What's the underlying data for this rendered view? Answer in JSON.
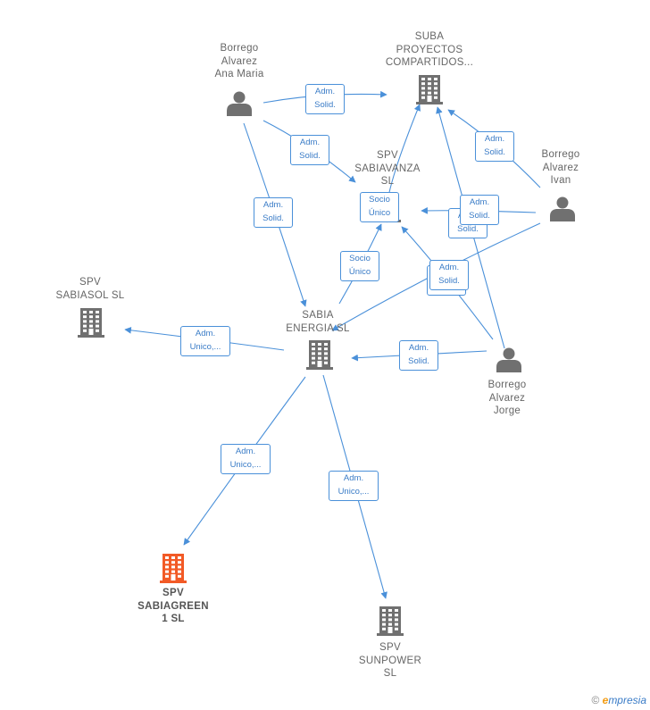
{
  "colors": {
    "edge": "#4a90d9",
    "node_icon": "#707070",
    "highlight_icon": "#f25a26",
    "label_text": "#666666"
  },
  "nodes": [
    {
      "id": "ana",
      "kind": "person",
      "label": "Borrego\nAlvarez\nAna Maria",
      "icon": "person-icon"
    },
    {
      "id": "suba",
      "kind": "company",
      "label": "SUBA\nPROYECTOS\nCOMPARTIDOS...",
      "icon": "building-icon"
    },
    {
      "id": "sabiavanza",
      "kind": "company",
      "label": "SPV\nSABIAVANZA\nSL",
      "icon": "building-icon"
    },
    {
      "id": "ivan",
      "kind": "person",
      "label": "Borrego\nAlvarez\nIvan",
      "icon": "person-icon"
    },
    {
      "id": "sabiasol",
      "kind": "company",
      "label": "SPV\nSABIASOL  SL",
      "icon": "building-icon"
    },
    {
      "id": "sabia",
      "kind": "company",
      "label": "SABIA\nENERGIA  SL",
      "icon": "building-icon"
    },
    {
      "id": "jorge",
      "kind": "person",
      "label": "Borrego\nAlvarez\nJorge",
      "icon": "person-icon"
    },
    {
      "id": "sabiagreen",
      "kind": "company",
      "label": "SPV\nSABIAGREEN\n1  SL",
      "icon": "building-icon",
      "highlight": true
    },
    {
      "id": "sunpower",
      "kind": "company",
      "label": "SPV\nSUNPOWER\nSL",
      "icon": "building-icon"
    }
  ],
  "edges": [
    {
      "from": "ana",
      "to": "suba",
      "label": "Adm.\nSolid."
    },
    {
      "from": "ana",
      "to": "sabiavanza",
      "label": "Adm.\nSolid."
    },
    {
      "from": "ana",
      "to": "sabia",
      "label": "Adm.\nSolid."
    },
    {
      "from": "ivan",
      "to": "suba",
      "label": "Adm.\nSolid."
    },
    {
      "from": "ivan",
      "to": "sabiavanza",
      "label": "Adm.\nSolid."
    },
    {
      "from": "ivan",
      "to": "sabia",
      "label": "Adm.\nSolid."
    },
    {
      "from": "jorge",
      "to": "suba",
      "label": "Adm.\nSolid."
    },
    {
      "from": "jorge",
      "to": "sabiavanza",
      "label": "Adm.\nSolid."
    },
    {
      "from": "jorge",
      "to": "sabia",
      "label": "Adm.\nSolid."
    },
    {
      "from": "sabiavanza",
      "to": "suba",
      "label": "Socio\nÚnico"
    },
    {
      "from": "sabia",
      "to": "sabiavanza",
      "label": "Socio\nÚnico"
    },
    {
      "from": "sabia",
      "to": "sabiasol",
      "label": "Adm.\nUnico,..."
    },
    {
      "from": "sabia",
      "to": "sabiagreen",
      "label": "Adm.\nUnico,..."
    },
    {
      "from": "sabia",
      "to": "sunpower",
      "label": "Adm.\nUnico,..."
    }
  ],
  "brand": {
    "copyright": "©",
    "logo_initial": "e",
    "logo_rest": "mpresia"
  }
}
